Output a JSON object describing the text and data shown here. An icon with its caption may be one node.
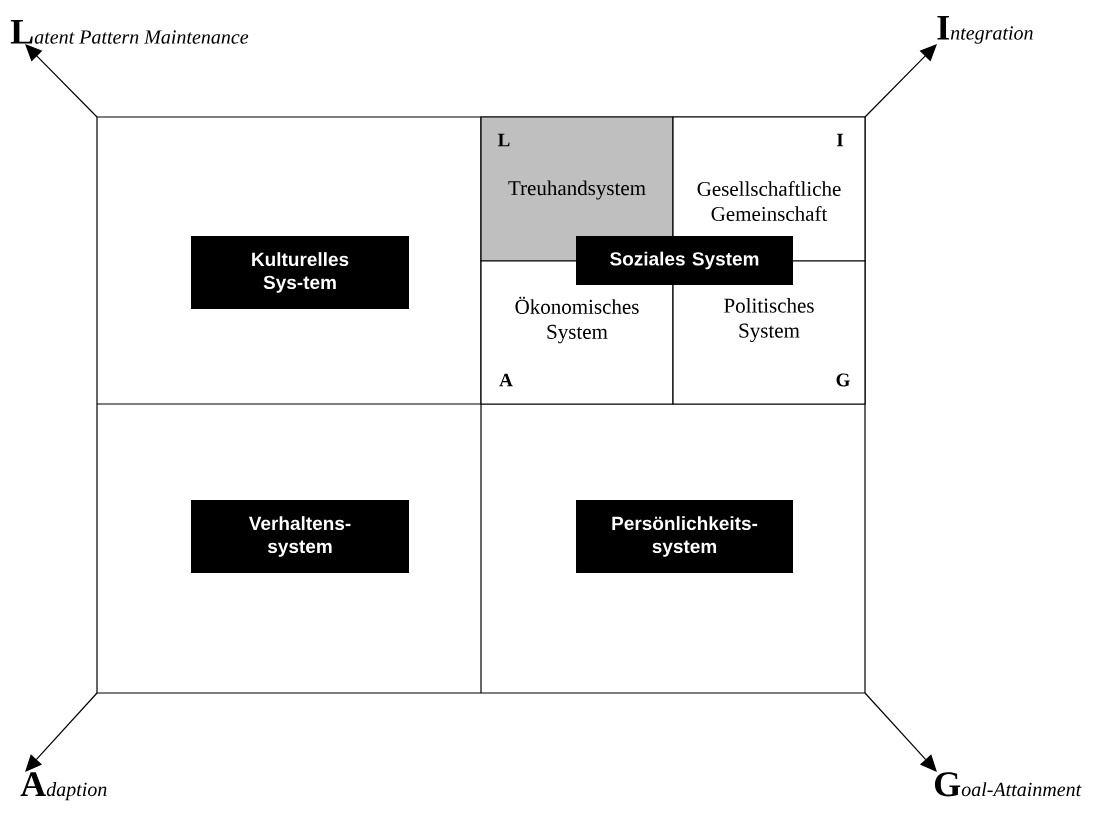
{
  "diagram": {
    "nodes": [
      {
        "text": [],
        "shape": "box"
      },
      {
        "text": [
          "Kulturelles Sys-tem"
        ],
        "in": 0
      },
      {
        "text": [
          "L",
          "Treuhandsystem"
        ],
        "in": 0
      },
      {
        "text": [
          "I",
          "Gesellschaftliche Gemeinschaft"
        ],
        "in": 0
      },
      {
        "text": [
          "Soziales System"
        ],
        "in": 0
      },
      {
        "text": [
          "Ökonomisches System",
          "A"
        ],
        "in": 0
      },
      {
        "text": [
          "Politisches System",
          "G"
        ],
        "in": 0
      },
      {
        "text": [
          "Verhaltens-system"
        ],
        "in": 0
      },
      {
        "text": [
          "Persönlichkeits-system"
        ],
        "in": 0
      },
      {
        "text": [
          "**L**atent Pattern Maintenance"
        ]
      },
      {
        "text": [
          "**I**ntegration"
        ]
      },
      {
        "text": [
          "**A**daption"
        ]
      },
      {
        "text": [
          "**G**oal-Attainment"
        ]
      }
    ],
    "edges": [
      {
        "from": 0,
        "to": 9,
        "arrow": "to"
      },
      {
        "from": 0,
        "to": 10,
        "arrow": "to"
      },
      {
        "from": 0,
        "to": 11,
        "arrow": "to"
      },
      {
        "from": 0,
        "to": 12,
        "arrow": "to"
      }
    ]
  }
}
